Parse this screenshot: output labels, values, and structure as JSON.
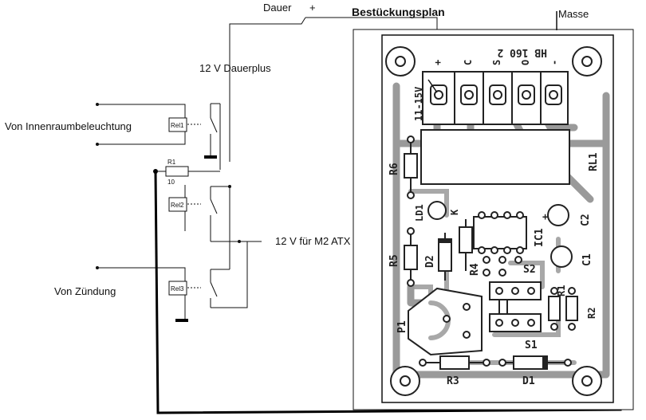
{
  "labels": {
    "dauer": "Dauer",
    "dauer_plus": "+",
    "bestueckungsplan": "Bestückungsplan",
    "masse": "Masse",
    "dauerplus": "12 V Dauerplus",
    "innenraum": "Von Innenraumbeleuchtung",
    "zuendung": "Von Zündung",
    "m2atx": "12 V für M2 ATX",
    "r1": "R1",
    "r1_value": "10",
    "rel1": "Rel1",
    "rel2": "Rel2",
    "rel3": "Rel3"
  },
  "pcb": {
    "header_title": "HB 160 2",
    "terminal_labels": [
      "+",
      "C",
      "S",
      "O",
      "-"
    ],
    "voltage": "11-15V",
    "relay": "RL1",
    "components": {
      "r6": "R6",
      "ld1": "LD1",
      "k": "K",
      "r5": "R5",
      "d2": "D2",
      "ic1": "IC1",
      "r4": "R4",
      "s2": "S2",
      "c2": "C2",
      "c1": "C1",
      "r1": "R1",
      "r2": "R2",
      "p1": "P1",
      "s1": "S1",
      "r3": "R3",
      "d1": "D1",
      "plus": "+"
    }
  }
}
